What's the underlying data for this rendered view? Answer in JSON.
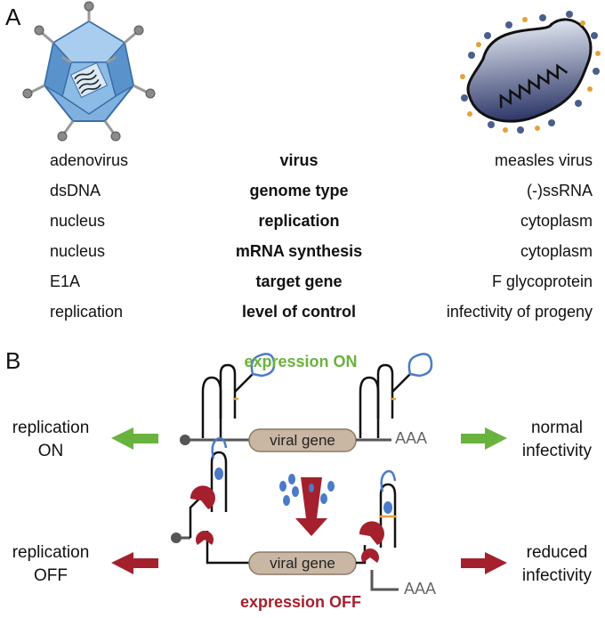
{
  "panel_a": {
    "letter": "A",
    "rows": [
      {
        "left": "adenovirus",
        "center": "virus",
        "right": "measles virus"
      },
      {
        "left": "dsDNA",
        "center": "genome type",
        "right": "(-)ssRNA"
      },
      {
        "left": "nucleus",
        "center": "replication",
        "right": "cytoplasm"
      },
      {
        "left": "nucleus",
        "center": "mRNA synthesis",
        "right": "cytoplasm"
      },
      {
        "left": "E1A",
        "center": "target gene",
        "right": "F glycoprotein"
      },
      {
        "left": "replication",
        "center": "level of control",
        "right": "infectivity of progeny"
      }
    ]
  },
  "panel_b": {
    "letter": "B",
    "on": {
      "title": "expression ON",
      "left_line1": "replication",
      "left_line2": "ON",
      "right_line1": "normal",
      "right_line2": "infectivity",
      "gene": "viral gene",
      "tail": "AAA"
    },
    "off": {
      "title": "expression OFF",
      "left_line1": "replication",
      "left_line2": "OFF",
      "right_line1": "reduced",
      "right_line2": "infectivity",
      "gene": "viral gene",
      "tail": "AAA"
    }
  },
  "colors": {
    "on_green": "#6ab23e",
    "off_red": "#a4202d",
    "aptamer_blue": "#4b7bc8",
    "gene_box": "#c9b7a4"
  },
  "icons": [
    "adenovirus-icon",
    "measles-virus-icon",
    "riboswitch-icon",
    "ligand-dots-icon"
  ]
}
